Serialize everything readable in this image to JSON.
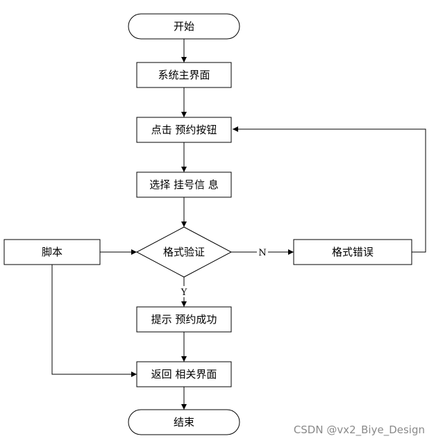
{
  "nodes": {
    "start": "开始",
    "main_ui": "系统主界面",
    "click_reserve": "点击 预约按钮",
    "select_info": "选择 挂号信 息",
    "validate": "格式验证",
    "format_error": "格式错误",
    "script": "脚本",
    "prompt_success": "提示 预约成功",
    "return_ui": "返回 相关界面",
    "end": "结束"
  },
  "edge_labels": {
    "no": "N",
    "yes": "Y"
  },
  "watermark": "CSDN @vx2_Biye_Design"
}
